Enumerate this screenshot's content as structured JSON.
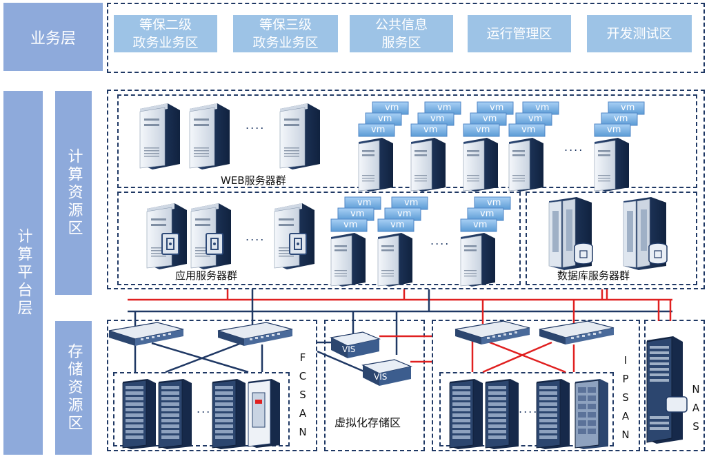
{
  "layers": {
    "business": "业务层",
    "platform": "计算平台层"
  },
  "sub_areas": {
    "compute": "计算资源区",
    "storage": "存储资源区"
  },
  "business_zones": [
    {
      "label": "等保二级\n政务业务区"
    },
    {
      "label": "等保三级\n政务业务区"
    },
    {
      "label": "公共信息\n服务区"
    },
    {
      "label": "运行管理区"
    },
    {
      "label": "开发测试区"
    }
  ],
  "groups": {
    "web": "WEB服务器群",
    "app": "应用服务器群",
    "db": "数据库服务器群",
    "fcsan": "FCSAN",
    "virt": "虚拟化存储区",
    "ipsan": "IPSAN",
    "nas": "NAS"
  },
  "device_labels": {
    "vm": "vm",
    "vis": "VIS",
    "ellipsis": "....",
    "ellipsis_short": "...."
  },
  "colors": {
    "sidebar": "#8eaadb",
    "zone": "#9dc3e6",
    "border": "#1f3864",
    "red_line": "#e02020",
    "blue_line": "#1f3864"
  }
}
